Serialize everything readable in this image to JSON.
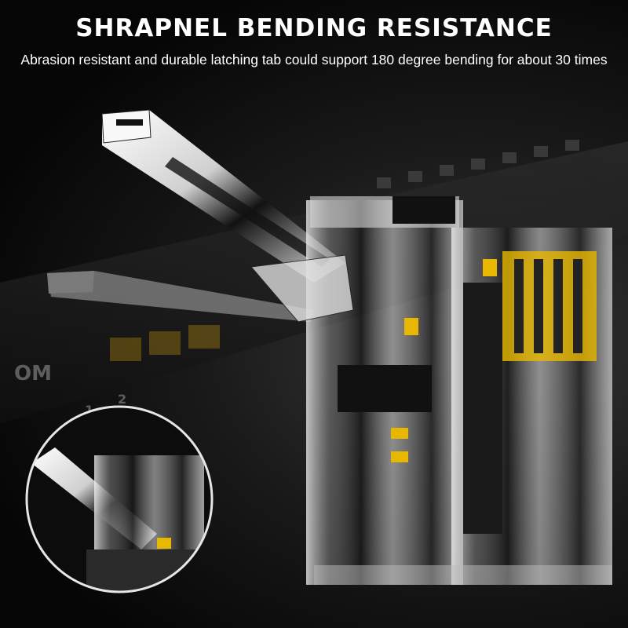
{
  "header": {
    "title": "SHRAPNEL BENDING RESISTANCE",
    "subtitle": "Abrasion resistant and durable latching tab could support 180 degree bending for about 30 times"
  },
  "background_panel": {
    "partial_label": "OM",
    "port_numbers": [
      "1",
      "2"
    ]
  },
  "colors": {
    "background": "#0a0a0a",
    "text": "#ffffff",
    "gold_contact": "#e8b800",
    "plastic_highlight": "#f2f2f2",
    "plastic_shadow": "#1c1c1c"
  },
  "icons": {
    "main_image": "rj45-connector-icon",
    "inset_image": "magnified-latch-icon"
  }
}
